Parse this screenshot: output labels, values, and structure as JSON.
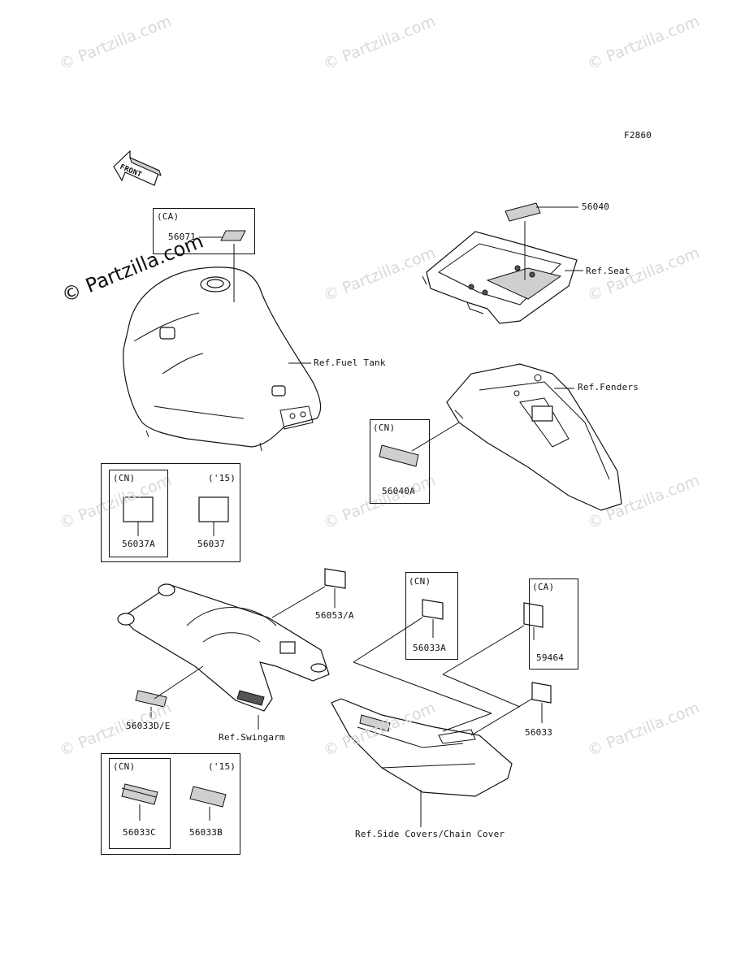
{
  "figure_code": "F2860",
  "front_arrow_text": "FRONT",
  "watermarks": {
    "faint_text": "© Partzilla.com",
    "strong_text": "© Partzilla.com"
  },
  "region_tags": {
    "ca": "(CA)",
    "cn": "(CN)",
    "y15": "('15)"
  },
  "part_numbers": {
    "p56071": "56071",
    "p56040": "56040",
    "p56040A": "56040A",
    "p56037A": "56037A",
    "p56037": "56037",
    "p56053A": "56053/A",
    "p56033A": "56033A",
    "p59464": "59464",
    "p56033DE": "56033D/E",
    "p56033": "56033",
    "p56033C": "56033C",
    "p56033B": "56033B"
  },
  "references": {
    "seat": "Ref.Seat",
    "fuel_tank": "Ref.Fuel Tank",
    "fenders": "Ref.Fenders",
    "swingarm": "Ref.Swingarm",
    "side_covers": "Ref.Side Covers/Chain Cover"
  }
}
